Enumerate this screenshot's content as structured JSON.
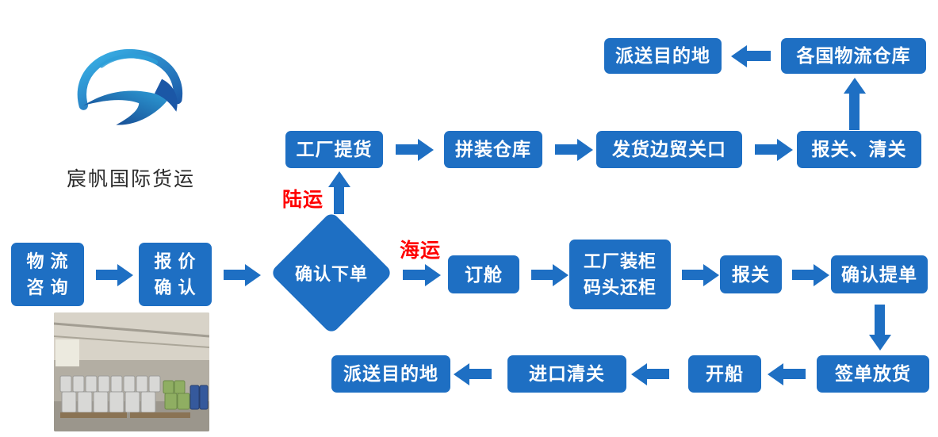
{
  "company": {
    "name": "宸帆国际货运"
  },
  "colors": {
    "node_blue": "#1e6fc3",
    "route_label_red": "#ff0000",
    "node_text": "#ffffff"
  },
  "flow": {
    "nodes": {
      "deliver_destination_top": "派送目的地",
      "global_logistics_warehouse": "各国物流仓库",
      "factory_pickup": "工厂提货",
      "consolidation_warehouse": "拼装仓库",
      "border_trade_gateway": "发货边贸关口",
      "customs_declare_clear": "报关、清关",
      "logistics_consulting": "物 流\n咨 询",
      "quotation_confirm": "报 价\n确 认",
      "confirm_order": "确认下单",
      "booking": "订舱",
      "factory_load_return": "工厂装柜\n码头还柜",
      "customs_declare": "报关",
      "confirm_bill_of_lading": "确认提单",
      "sign_release_goods": "签单放货",
      "ship_departure": "开船",
      "import_clearance": "进口清关",
      "deliver_destination_bottom": "派送目的地"
    },
    "route_labels": {
      "land": "陆运",
      "sea": "海运"
    }
  }
}
